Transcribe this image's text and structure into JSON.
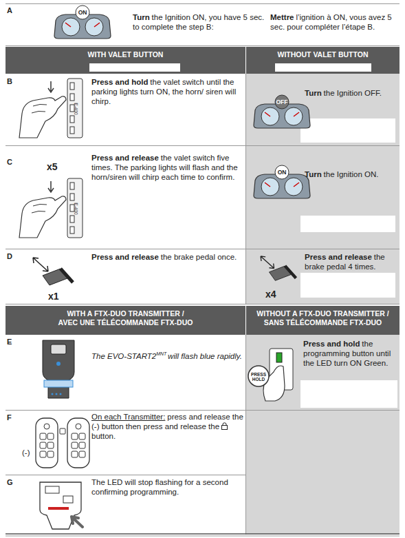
{
  "diagram": {
    "nodes": [
      {
        "text": [
          "WITH VALET BUTTON"
        ]
      },
      {
        "text": [
          "WITHOUT VALET BUTTON"
        ]
      },
      {
        "text": [
          "WITH A FTX-DUO TRANSMITTER /",
          "AVEC UNE TÉLÉCOMMANDE FTX-DUO"
        ]
      },
      {
        "text": [
          "WITHOUT A FTX-DUO TRANSMITTER /",
          "SANS TÉLÉCOMMANDE FTX-DUO"
        ]
      }
    ],
    "labels": [
      "A",
      "ON",
      "Turn",
      "the Ignition ON, you have 5 sec. to complete the step B:",
      "Mettre",
      "l’ignition à ON, vous avez 5 sec. pour compléter l’étape B.",
      "B",
      "E-400",
      "Press and hold",
      "the valet switch until the parking lights turn ON, the horn/ siren will chirp.",
      "OFF",
      "Turn",
      "the Ignition OFF.",
      "C",
      "x5",
      "E-400",
      "Press and release",
      "the valet switch five times. The parking lights will flash and the horn/siren will chirp each time to confirm.",
      "ON",
      "Turn",
      "the Ignition ON.",
      "D",
      "x1",
      "Press and release",
      "the brake pedal once.",
      "x4",
      "Press and release",
      "the brake pedal 4 times.",
      "E",
      "The EVO-START2",
      "MNT",
      "will flash blue rapidly.",
      "PRESS HOLD",
      "Press and hold",
      "the programming button until the LED turn ON Green.",
      "F",
      "(-)",
      "On each Transmitter:",
      "press and release the (-) button then press and release the",
      "button.",
      "G",
      "The LED will stop flashing for a second confirming programming."
    ]
  }
}
